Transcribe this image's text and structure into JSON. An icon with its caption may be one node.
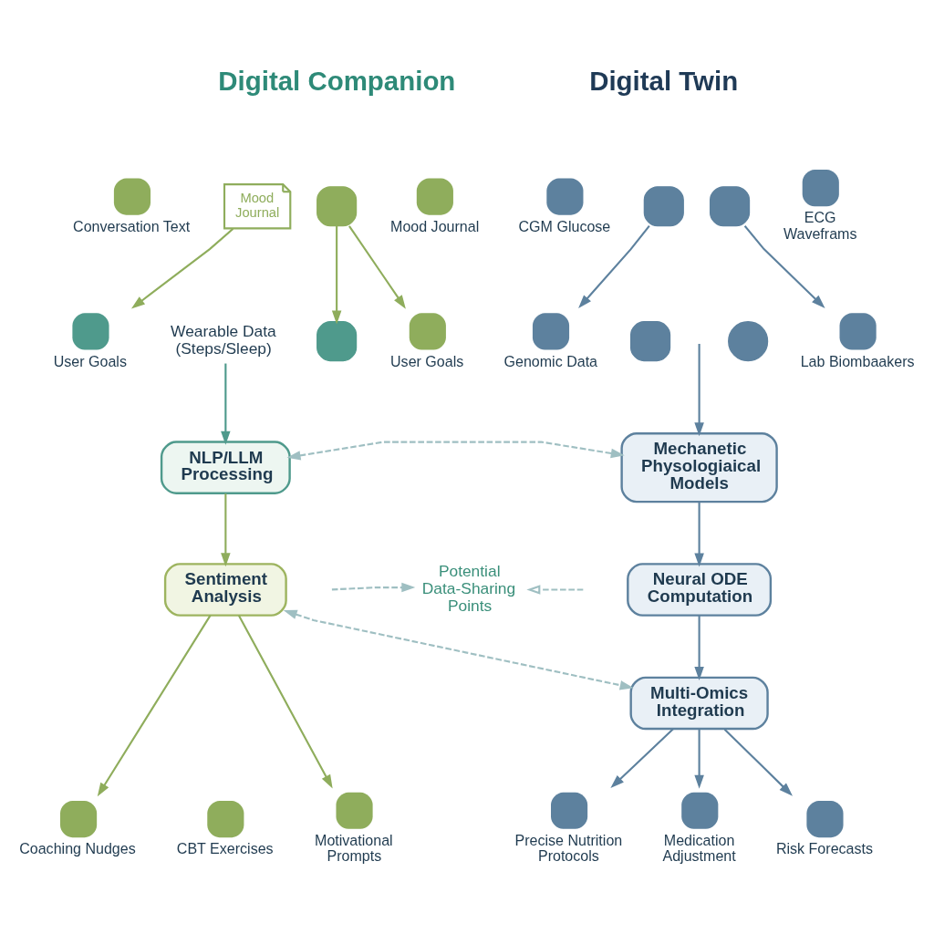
{
  "diagram": {
    "nodes": [
      {
        "text": [
          "Conversation Text"
        ]
      },
      {
        "text": [
          "Mood Journal"
        ]
      },
      {
        "text": [],
        "shape": "box"
      },
      {
        "text": [
          "Mood Journal"
        ]
      },
      {
        "text": [
          "CGM Glucose"
        ]
      },
      {
        "text": [],
        "shape": "box"
      },
      {
        "text": [],
        "shape": "box"
      },
      {
        "text": [
          "ECG Waveframs"
        ]
      },
      {
        "text": [
          "User Goals"
        ]
      },
      {
        "text": [
          "Wearable Data (Steps/Sleep)"
        ]
      },
      {
        "text": [],
        "shape": "box"
      },
      {
        "text": [
          "User Goals"
        ]
      },
      {
        "text": [
          "Genomic Data"
        ]
      },
      {
        "text": [],
        "shape": "box"
      },
      {
        "text": [],
        "shape": "circle"
      },
      {
        "text": [
          "Lab Biombaakers"
        ]
      },
      {
        "text": [
          "NLP/LLM Processing"
        ]
      },
      {
        "text": [
          "Mechanetic Physologiaical Models"
        ]
      },
      {
        "text": [
          "Sentiment Analysis"
        ]
      },
      {
        "text": [
          "Potential Data-Sharing Points"
        ]
      },
      {
        "text": [
          "Neural ODE Computation"
        ]
      },
      {
        "text": [
          "Multi-Omics Integration"
        ]
      },
      {
        "text": [
          "Coaching Nudges"
        ]
      },
      {
        "text": [
          "CBT Exercises"
        ]
      },
      {
        "text": [
          "Motivational Prompts"
        ]
      },
      {
        "text": [
          "Precise Nutrition Protocols"
        ]
      },
      {
        "text": [
          "Medication Adjustment"
        ]
      },
      {
        "text": [
          "Risk Forecasts"
        ]
      }
    ],
    "edges": [
      {
        "from": 1,
        "to": 8,
        "arrow": "to",
        "color": "#8fad5c"
      },
      {
        "from": 2,
        "to": 10,
        "arrow": "to",
        "color": "#8fad5c"
      },
      {
        "from": 2,
        "to": 11,
        "arrow": "to",
        "color": "#8fad5c"
      },
      {
        "from": 5,
        "to": 12,
        "arrow": "to"
      },
      {
        "from": 6,
        "to": 15,
        "arrow": "to"
      },
      {
        "from": 9,
        "to": 16,
        "arrow": "to",
        "color": "#4f9a8c"
      },
      {
        "from": null,
        "to": 17,
        "arrow": "to"
      },
      {
        "from": 16,
        "to": 17,
        "arrow": "both",
        "style": "dashed",
        "color": "#9fbfc2"
      },
      {
        "from": 16,
        "to": 18,
        "arrow": "to",
        "color": "#8fad5c"
      },
      {
        "from": 17,
        "to": 20,
        "arrow": "to"
      },
      {
        "from": null,
        "to": 19,
        "arrow": "to",
        "style": "dashed",
        "color": "#9fbfc2"
      },
      {
        "from": null,
        "to": 19,
        "arrow": "to",
        "style": "dashed",
        "color": "#9fbfc2"
      },
      {
        "from": 20,
        "to": 21,
        "arrow": "to"
      },
      {
        "from": 18,
        "to": 21,
        "arrow": "both",
        "style": "dashed",
        "color": "#9fbfc2"
      },
      {
        "from": 18,
        "to": 22,
        "arrow": "to",
        "color": "#8fad5c"
      },
      {
        "from": 18,
        "to": 24,
        "arrow": "to",
        "color": "#8fad5c"
      },
      {
        "from": 21,
        "to": 25,
        "arrow": "to"
      },
      {
        "from": 21,
        "to": 26,
        "arrow": "to"
      },
      {
        "from": 21,
        "to": 27,
        "arrow": "to"
      }
    ],
    "labels": [
      "Digital Companion",
      "Digital Twin"
    ]
  }
}
